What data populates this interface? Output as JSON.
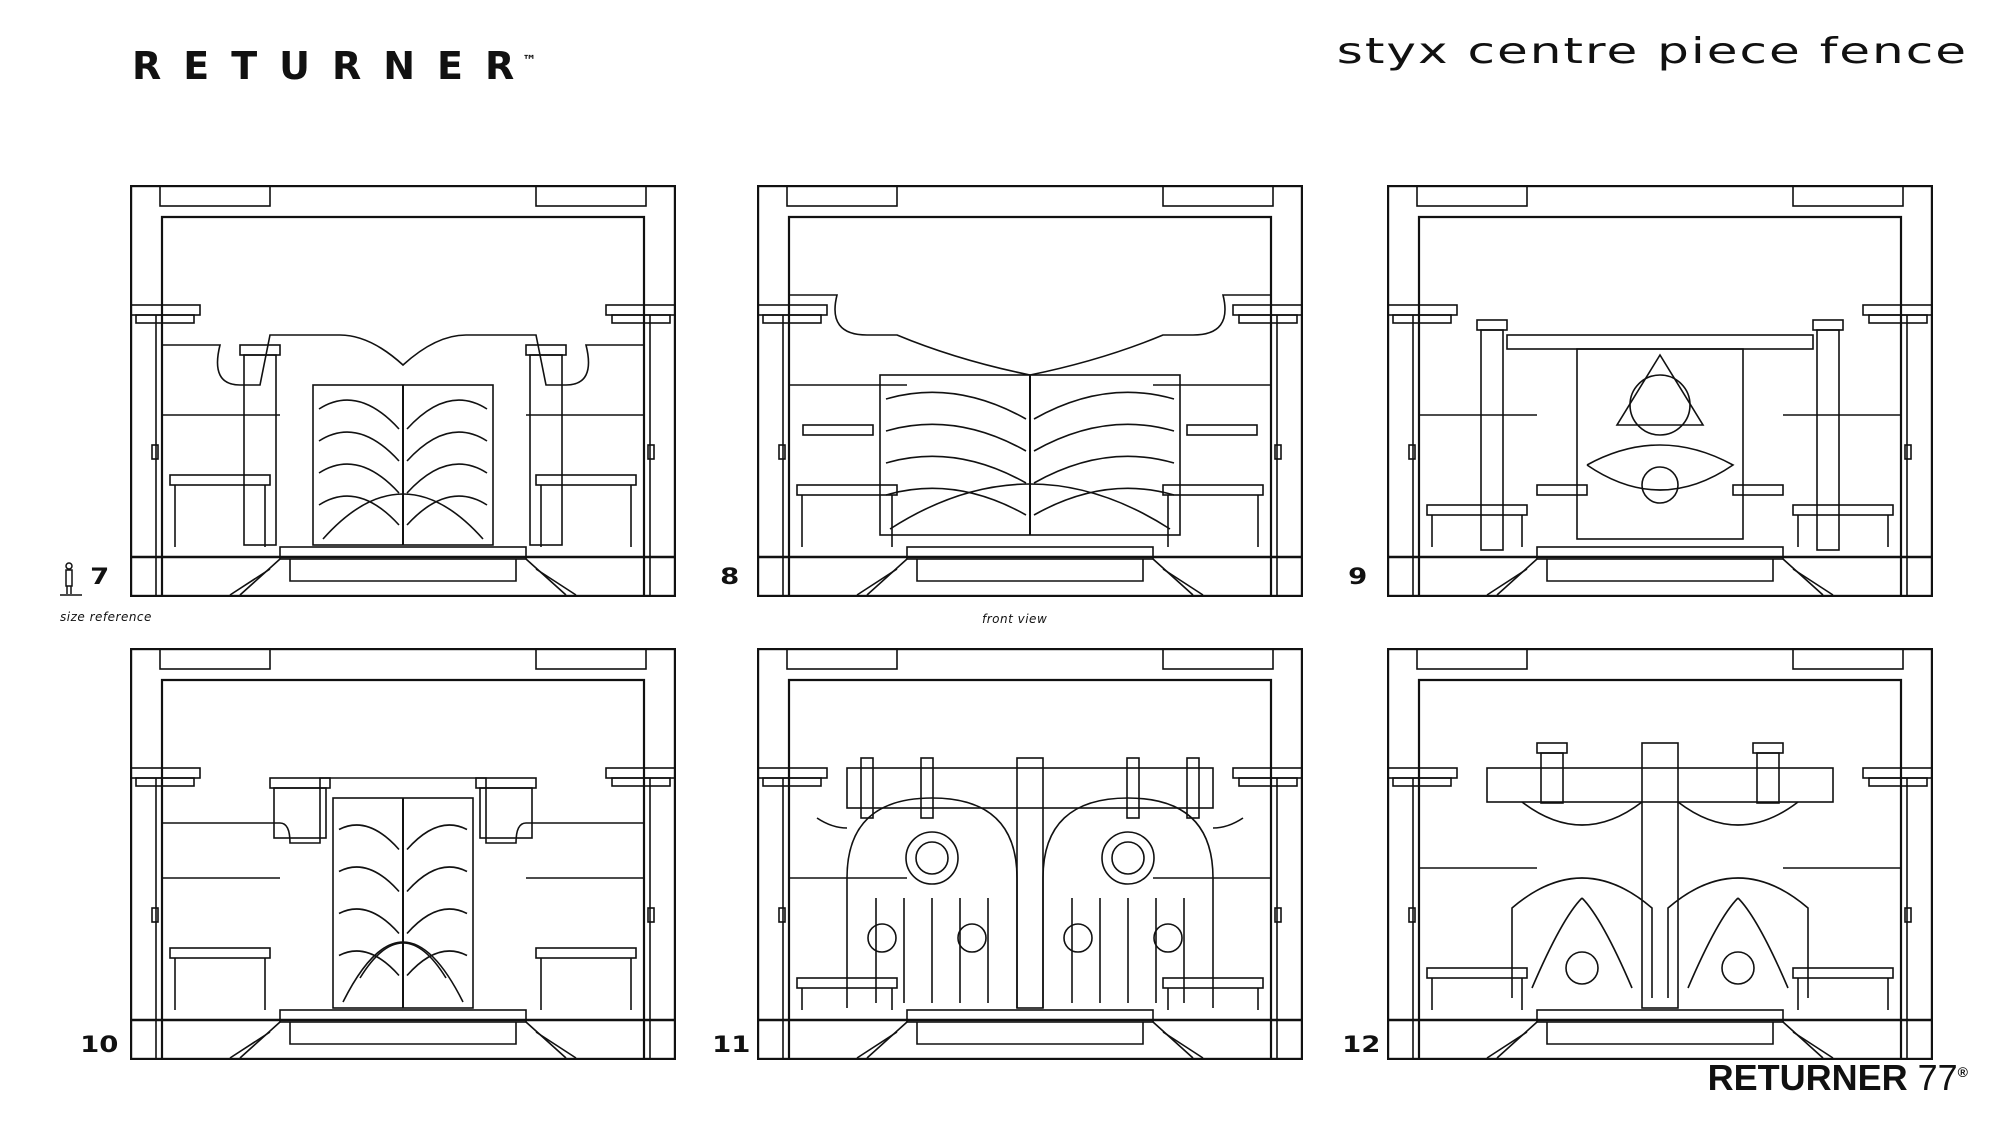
{
  "header": {
    "brand": "RETURNER",
    "brand_mark": "™",
    "title": "styx centre piece fence"
  },
  "panels": [
    {
      "number": "7",
      "variant": "arch-lattice"
    },
    {
      "number": "8",
      "variant": "leaf-gate"
    },
    {
      "number": "9",
      "variant": "emblem-gate"
    },
    {
      "number": "10",
      "variant": "lotus-gate"
    },
    {
      "number": "11",
      "variant": "porthole-gate"
    },
    {
      "number": "12",
      "variant": "pillar-gate"
    }
  ],
  "captions": {
    "size_reference": "size reference",
    "front_view": "front view"
  },
  "icons": {
    "size_reference": "human-figure-icon"
  },
  "footer": {
    "brand": "RETURNER",
    "number": "77",
    "mark": "®"
  },
  "colors": {
    "line": "#111111",
    "background": "#ffffff"
  }
}
